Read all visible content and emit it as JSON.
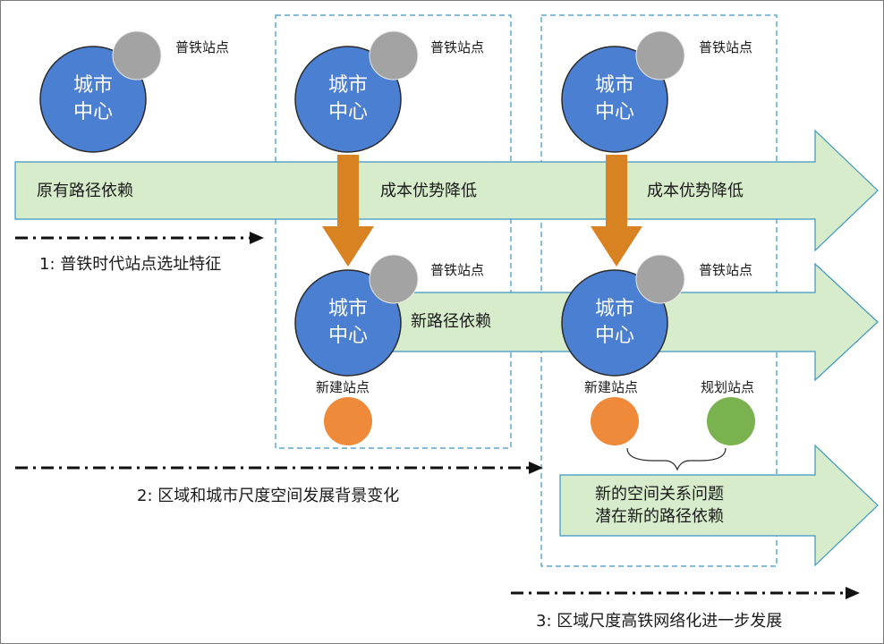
{
  "colors": {
    "city_center": "#4b7fd2",
    "old_station": "#a3a3a3",
    "new_station": "#ef8a3a",
    "planned_station": "#79b24e",
    "band_fill": "#d6ecca",
    "band_stroke": "#3b95c4",
    "down_arrow": "#d98221",
    "dashed_box": "#3b95c4"
  },
  "city_center": {
    "line1": "城市",
    "line2": "中心"
  },
  "labels": {
    "old_station": "普铁站点",
    "new_station": "新建站点",
    "planned_station": "规划站点"
  },
  "bands": {
    "top_left": "原有路径依赖",
    "top_mid": "成本优势降低",
    "top_right": "成本优势降低",
    "middle": "新路径依赖",
    "bottom_line1": "新的空间关系问题",
    "bottom_line2": "潜在新的路径依赖"
  },
  "stages": [
    {
      "caption": "1: 普铁时代站点选址特征"
    },
    {
      "caption": "2: 区域和城市尺度空间发展背景变化"
    },
    {
      "caption": "3: 区域尺度高铁网络化进一步发展"
    }
  ]
}
